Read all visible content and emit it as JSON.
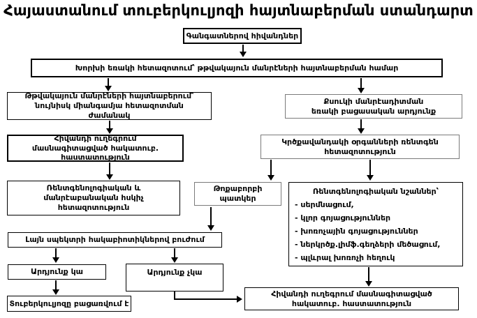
{
  "title": "Հայաստանում տուբերկուլյոզի հայտնաբերման ստանդարտ",
  "colors": {
    "ink": "#000000",
    "gray_border": "#7a7a7a",
    "background": "#ffffff"
  },
  "nodes": {
    "complaints": "Գանգատներով հիվանդներ",
    "sputum_triple_exam": "Խորխի եռակի հետազոտում՝ թթվակայուն մանրէների հայտնաբերման համար",
    "afb_detected": "Թթվակայուն մանրէների հայտնաբերում՝ նույնիսկ միանգամյա հետազոտման ժամանակ",
    "smear_negative": "Քսուկի մանրէադիտման եռակի բացասական արդյունք",
    "tb_referral": "Հիվանդի ուղեգրում մասնագիտացված հակատուբ. հաստատություն",
    "chest_xray": "Կրծքավանդակի օրգանների ռենտգեն հետազոտություն",
    "control_exam": "Ռենտգենոլոգիական և մանրէաբանական հսկիչ հետազոտություն",
    "pneumonia": "Թոքաբորբի պատկեր",
    "xray_signs_title": "Ռենտգենոլոգիական նշաններ՝",
    "xray_signs": [
      "- սերմնացում,",
      "- կլոր գոյացություններ",
      "- խոռոչային գոյացություններ",
      "- ներկրծք.լիմֆ.գեղձերի մեծացում,",
      "- պլևրալ խոռոչի հեղուկ"
    ],
    "antibiotics": "Լայն սպեկտրի հակաբիոտիկներով բուժում",
    "result_yes": "Արդյունք կա",
    "result_no": "Արդյունք չկա",
    "tb_excluded": "Տուբերկուլյոզը բացառվում է",
    "tb_referral_bottom": "Հիվանդի ուղեգրում մասնագիտացված հակատուբ. հաստատություն"
  }
}
